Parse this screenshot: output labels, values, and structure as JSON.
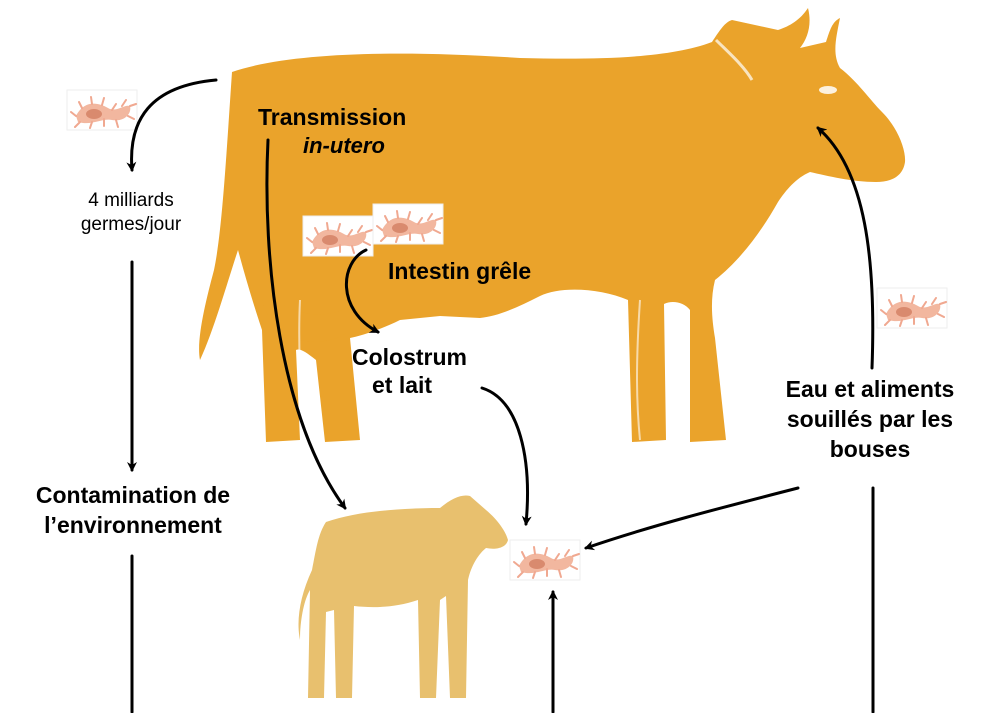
{
  "colors": {
    "cow": "#eaa32b",
    "calf": "#e8c06e",
    "arrow": "#000000",
    "bacterium_body": "#f0b29a",
    "bacterium_core": "#d98a6e",
    "bacterium_frame": "#ffffff"
  },
  "labels": {
    "transmission_title": "Transmission",
    "transmission_italic": "in-utero",
    "germs_line1": "4 milliards",
    "germs_line2": "germes/jour",
    "intestin": "Intestin grêle",
    "colostrum_line1": "Colostrum",
    "colostrum_line2": "et lait",
    "eau_line1": "Eau et aliments",
    "eau_line2": "souillés par les",
    "eau_line3": "bouses",
    "contamination_line1": "Contamination de",
    "contamination_line2": "l’environnement"
  },
  "icons": {
    "cow": "cow-silhouette-icon",
    "calf": "calf-silhouette-icon",
    "bacterium": "bacterium-icon"
  }
}
